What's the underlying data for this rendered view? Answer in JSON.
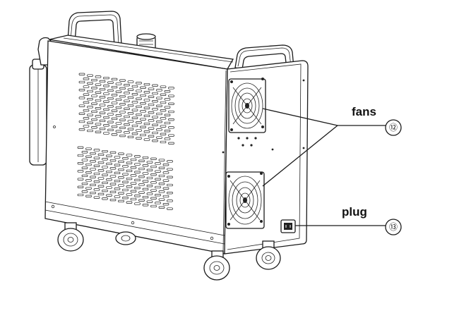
{
  "callouts": [
    {
      "id": "fans",
      "label": "fans",
      "number": "⑫"
    },
    {
      "id": "plug",
      "label": "plug",
      "number": "⑬"
    }
  ]
}
